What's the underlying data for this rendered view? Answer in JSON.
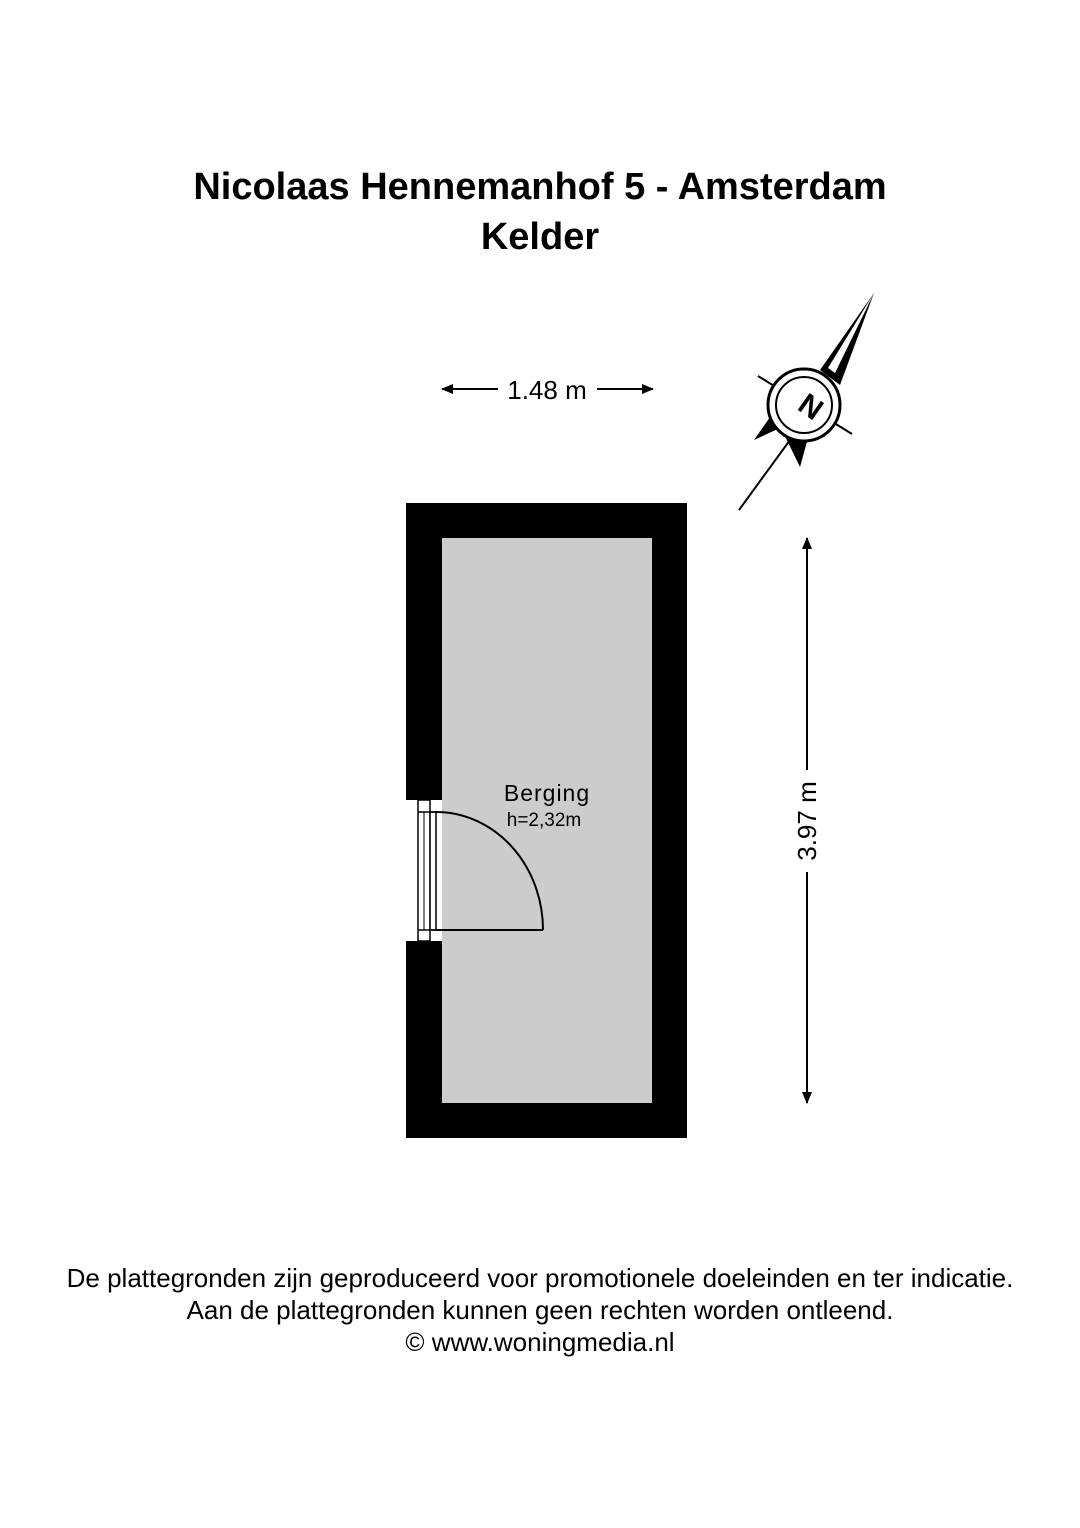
{
  "title": {
    "address": "Nicolaas Hennemanhof 5 - Amsterdam",
    "floor": "Kelder"
  },
  "dimensions": {
    "width": "1.48 m",
    "length": "3.97 m"
  },
  "room": {
    "name": "Berging",
    "height": "h=2,32m"
  },
  "compass": {
    "north_label": "N",
    "icon": "north-arrow-icon"
  },
  "footer": {
    "line1": "De plattegronden zijn geproduceerd voor promotionele doeleinden en ter indicatie.",
    "line2": "Aan de plattegronden kunnen geen rechten worden ontleend.",
    "line3": "© www.woningmedia.nl"
  },
  "colors": {
    "wall": "#000000",
    "floor": "#cccccc",
    "background": "#ffffff"
  }
}
